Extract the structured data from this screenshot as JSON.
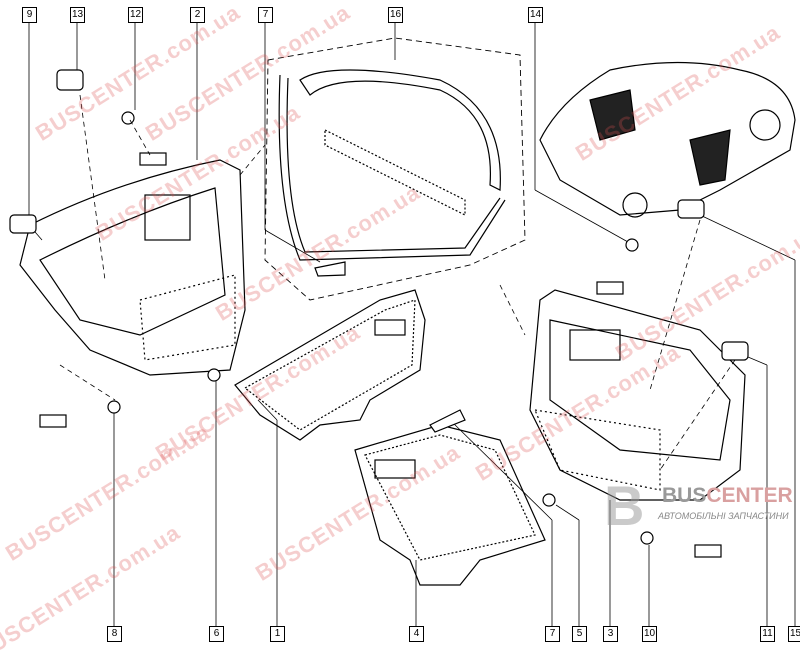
{
  "diagram": {
    "callouts_top": [
      "9",
      "13",
      "12",
      "2",
      "7",
      "16",
      "14"
    ],
    "callouts_bottom": [
      "8",
      "6",
      "1",
      "4",
      "7",
      "5",
      "3",
      "10",
      "11",
      "15"
    ]
  },
  "watermark": {
    "text": "BUSCENTER.com.ua"
  },
  "logo": {
    "brand_a": "BUS",
    "brand_b": "CENTER",
    "tagline": "АВТОМОБІЛЬНІ ЗАПЧАСТИНИ"
  },
  "colors": {
    "line": "#000000",
    "watermark": "#dc5050"
  }
}
